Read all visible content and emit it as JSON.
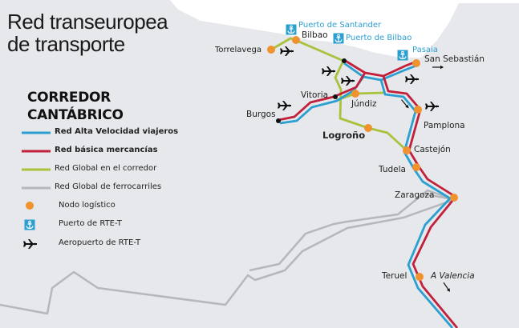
{
  "header": {
    "title_line1": "Red transeuropea",
    "title_line2": "de transporte"
  },
  "corridor": {
    "line1": "CORREDOR",
    "line2": "CANTÁBRICO"
  },
  "legend": {
    "items": [
      {
        "label": "Red Alta Velocidad viajeros",
        "symbol": "line",
        "color": "#2a9fd0"
      },
      {
        "label": "Red básica mercancías",
        "symbol": "line",
        "color": "#c21f3a"
      },
      {
        "label": "Red Global en el corredor",
        "symbol": "line",
        "color": "#a8c23c"
      },
      {
        "label": "Red Global de ferrocarriles",
        "symbol": "line",
        "color": "#b4b8bc"
      },
      {
        "label": "Nodo logístico",
        "symbol": "dot",
        "color": "#f0922d"
      },
      {
        "label": "Puerto de RTE-T",
        "symbol": "anchor-icon",
        "color": "#2a9fd0"
      },
      {
        "label": "Aeropuerto de RTE-T",
        "symbol": "plane-icon",
        "color": "#111111"
      }
    ]
  },
  "colors": {
    "land": "#e6e8eb",
    "sea": "#ffffff",
    "high_speed": "#2a9fd0",
    "freight": "#c21f3a",
    "global_corridor": "#a8c23c",
    "global_rail": "#b4b8bc",
    "node": "#f0922d"
  },
  "map": {
    "cities": {
      "torrelavega": "Torrelavega",
      "bilbao": "Bilbao",
      "san_sebastian": "San Sebastián",
      "vitoria": "Vitoria",
      "jundiz": "Júndiz",
      "burgos": "Burgos",
      "logrono": "Logroño",
      "pamplona": "Pamplona",
      "castejon": "Castejón",
      "tudela": "Tudela",
      "zaragoza": "Zaragoza",
      "teruel": "Teruel",
      "valencia": "A Valencia"
    },
    "ports": {
      "santander": "Puerto de Santander",
      "bilbao": "Puerto de Bilbao",
      "pasaia": "Pasaia"
    }
  }
}
